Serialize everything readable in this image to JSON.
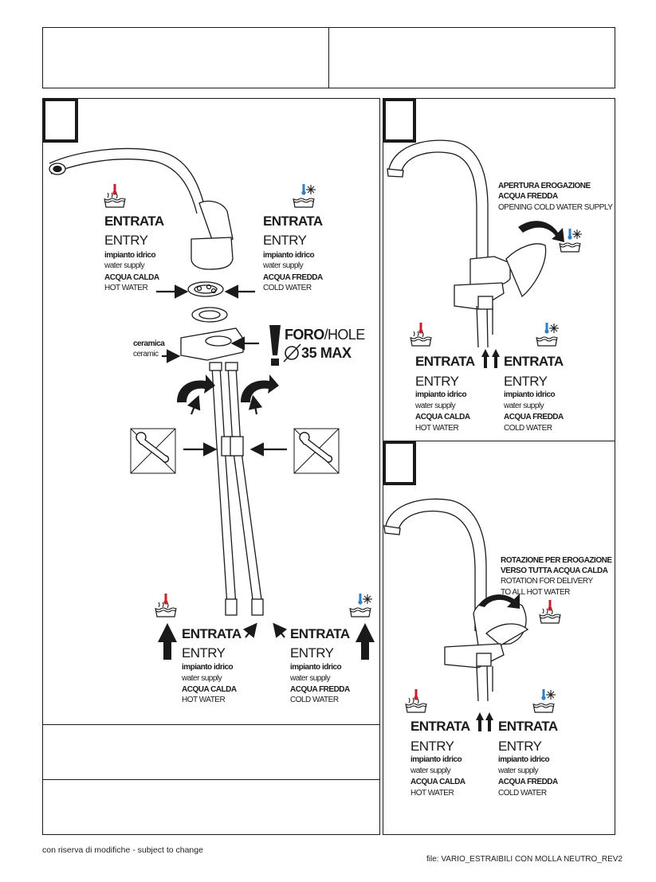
{
  "panel_a": {
    "hot_entry": {
      "entrata": "ENTRATA",
      "entry": "ENTRY",
      "supply_it": "impianto idrico",
      "supply_en": "water supply",
      "water_it": "ACQUA CALDA",
      "water_en": "HOT WATER"
    },
    "cold_entry": {
      "entrata": "ENTRATA",
      "entry": "ENTRY",
      "supply_it": "impianto idrico",
      "supply_en": "water supply",
      "water_it": "ACQUA FREDDA",
      "water_en": "COLD WATER"
    },
    "ceramic_it": "ceramica",
    "ceramic_en": "ceramic",
    "hole_label_a": "FORO",
    "hole_label_b": "/HOLE",
    "hole_size": "35 MAX",
    "hot_bottom": {
      "entrata": "ENTRATA",
      "entry": "ENTRY",
      "supply_it": "impianto idrico",
      "supply_en": "water supply",
      "water_it": "ACQUA CALDA",
      "water_en": "HOT WATER"
    },
    "cold_bottom": {
      "entrata": "ENTRATA",
      "entry": "ENTRY",
      "supply_it": "impianto idrico",
      "supply_en": "water supply",
      "water_it": "ACQUA FREDDA",
      "water_en": "COLD WATER"
    }
  },
  "panel_b": {
    "caption_1": "APERTURA EROGAZIONE",
    "caption_2": "ACQUA FREDDA",
    "caption_3": "OPENING COLD WATER SUPPLY",
    "hot": {
      "entrata": "ENTRATA",
      "entry": "ENTRY",
      "supply_it": "impianto idrico",
      "supply_en": "water supply",
      "water_it": "ACQUA CALDA",
      "water_en": "HOT WATER"
    },
    "cold": {
      "entrata": "ENTRATA",
      "entry": "ENTRY",
      "supply_it": "impianto idrico",
      "supply_en": "water supply",
      "water_it": "ACQUA FREDDA",
      "water_en": "COLD WATER"
    }
  },
  "panel_c": {
    "caption_1": "ROTAZIONE PER EROGAZIONE",
    "caption_2": "VERSO TUTTA ACQUA CALDA",
    "caption_3": "ROTATION FOR DELIVERY",
    "caption_4": "TO ALL HOT WATER",
    "hot": {
      "entrata": "ENTRATA",
      "entry": "ENTRY",
      "supply_it": "impianto idrico",
      "supply_en": "water supply",
      "water_it": "ACQUA CALDA",
      "water_en": "HOT WATER"
    },
    "cold": {
      "entrata": "ENTRATA",
      "entry": "ENTRY",
      "supply_it": "impianto idrico",
      "supply_en": "water supply",
      "water_it": "ACQUA FREDDA",
      "water_en": "COLD WATER"
    }
  },
  "footer": {
    "disclaimer": "con riserva di modifiche - subject to change",
    "file": "file: VARIO_ESTRAIBILI CON MOLLA NEUTRO_REV2"
  },
  "colors": {
    "hot": "#c8202a",
    "cold": "#2f7fc4",
    "ink": "#1a1a1a"
  },
  "icons": [
    "hot-water-icon",
    "cold-water-icon",
    "wrench-forbidden-icon",
    "warning-exclamation-icon",
    "diameter-icon"
  ]
}
